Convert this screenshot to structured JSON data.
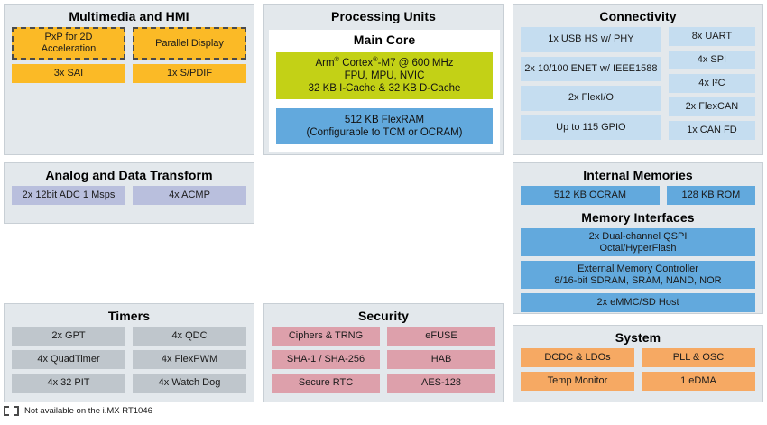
{
  "panels": {
    "multimedia": {
      "title": "Multimedia and HMI",
      "rows": [
        [
          {
            "label": "PxP for 2D Acceleration",
            "style": "orange-dashed"
          },
          {
            "label": "Parallel Display",
            "style": "orange-dashed"
          }
        ],
        [
          {
            "label": "3x SAI",
            "style": "orange"
          },
          {
            "label": "1x S/PDIF",
            "style": "orange"
          }
        ]
      ]
    },
    "processing": {
      "title": "Processing Units",
      "subtitle": "Main Core",
      "core": {
        "line1_pre": "Arm",
        "line1_sup1": "®",
        "line1_mid": " Cortex",
        "line1_sup2": "®",
        "line1_post": "-M7 @ 600 MHz",
        "line2": "FPU, MPU, NVIC",
        "line3": "32 KB I-Cache & 32 KB D-Cache"
      },
      "flexram": {
        "line1": "512 KB FlexRAM",
        "line2": "(Configurable to TCM or OCRAM)"
      }
    },
    "connectivity": {
      "title": "Connectivity",
      "left_column": [
        "1x USB HS w/ PHY",
        "2x 10/100 ENET w/ IEEE1588",
        "2x FlexI/O",
        "Up to 115 GPIO"
      ],
      "right_column": [
        "8x UART",
        "4x SPI",
        "4x I²C",
        "2x FlexCAN",
        "1x CAN FD"
      ]
    },
    "analog": {
      "title": "Analog and Data Transform",
      "rows": [
        [
          {
            "label": "2x 12bit ADC 1 Msps"
          },
          {
            "label": "4x ACMP"
          }
        ]
      ]
    },
    "memories": {
      "title": "Internal Memories",
      "internal_row": [
        "512 KB OCRAM",
        "128 KB ROM"
      ],
      "interfaces_title": "Memory Interfaces",
      "interfaces": [
        {
          "line1": "2x Dual-channel QSPI",
          "line2": "Octal/HyperFlash"
        },
        {
          "line1": "External Memory Controller",
          "line2": "8/16-bit SDRAM, SRAM, NAND, NOR"
        },
        {
          "line1": "2x eMMC/SD Host",
          "line2": ""
        }
      ]
    },
    "timers": {
      "title": "Timers",
      "rows": [
        [
          {
            "label": "2x GPT"
          },
          {
            "label": "4x QDC"
          }
        ],
        [
          {
            "label": "4x QuadTimer"
          },
          {
            "label": "4x FlexPWM"
          }
        ],
        [
          {
            "label": "4x 32 PIT"
          },
          {
            "label": "4x Watch Dog"
          }
        ]
      ]
    },
    "security": {
      "title": "Security",
      "rows": [
        [
          {
            "label": "Ciphers & TRNG"
          },
          {
            "label": "eFUSE"
          }
        ],
        [
          {
            "label": "SHA-1 / SHA-256"
          },
          {
            "label": "HAB"
          }
        ],
        [
          {
            "label": "Secure RTC"
          },
          {
            "label": "AES-128"
          }
        ]
      ]
    },
    "system": {
      "title": "System",
      "rows": [
        [
          {
            "label": "DCDC & LDOs"
          },
          {
            "label": "PLL & OSC"
          }
        ],
        [
          {
            "label": "Temp Monitor"
          },
          {
            "label": "1 eDMA"
          }
        ]
      ]
    }
  },
  "footnote": {
    "text": "Not available on the i.MX RT1046"
  },
  "colors": {
    "panel_background": "#e3e8ec",
    "orange": "#fbba26",
    "olive": "#c3d116",
    "blue": "#62a9dd",
    "light_blue": "#c5ddf0",
    "lavender": "#b9bfdd",
    "gray": "#bfc6cc",
    "pink": "#dda0ab",
    "peach": "#f6a963",
    "dashed_border": "#4a4a4a"
  }
}
